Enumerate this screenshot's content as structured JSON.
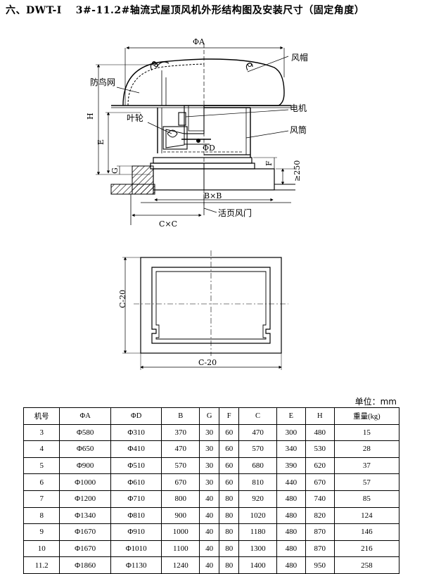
{
  "title": "六、DWT-Ⅰ　 3#-11.2#轴流式屋顶风机外形结构图及安装尺寸（固定角度）",
  "drawing": {
    "labels": {
      "fengmao": "风帽",
      "fangniaowang": "防鸟网",
      "dianji": "电机",
      "yelun": "叶轮",
      "fengtong": "风筒",
      "huoyefengmen": "活页风门"
    },
    "dims": {
      "phiA": "ΦA",
      "H": "H",
      "E": "E",
      "phiD": "ΦD",
      "F": "F",
      "G": "G",
      "ge250": "≥250",
      "BxB": "B×B",
      "CxC": "C×C",
      "c20_v": "C-20",
      "c20_h": "C-20"
    }
  },
  "table": {
    "unit": "单位：mm",
    "headers": [
      "机号",
      "ΦA",
      "ΦD",
      "B",
      "G",
      "F",
      "C",
      "E",
      "H",
      "重量(kg)"
    ],
    "rows": [
      [
        "3",
        "Φ580",
        "Φ310",
        "370",
        "30",
        "60",
        "470",
        "300",
        "480",
        "15"
      ],
      [
        "4",
        "Φ650",
        "Φ410",
        "470",
        "30",
        "60",
        "570",
        "340",
        "530",
        "28"
      ],
      [
        "5",
        "Φ900",
        "Φ510",
        "570",
        "30",
        "60",
        "680",
        "390",
        "620",
        "37"
      ],
      [
        "6",
        "Φ1000",
        "Φ610",
        "670",
        "30",
        "60",
        "810",
        "440",
        "670",
        "57"
      ],
      [
        "7",
        "Φ1200",
        "Φ710",
        "800",
        "40",
        "80",
        "920",
        "480",
        "740",
        "85"
      ],
      [
        "8",
        "Φ1340",
        "Φ810",
        "900",
        "40",
        "80",
        "1020",
        "480",
        "820",
        "124"
      ],
      [
        "9",
        "Φ1670",
        "Φ910",
        "1000",
        "40",
        "80",
        "1180",
        "480",
        "870",
        "146"
      ],
      [
        "10",
        "Φ1670",
        "Φ1010",
        "1100",
        "40",
        "80",
        "1300",
        "480",
        "870",
        "216"
      ],
      [
        "11.2",
        "Φ1860",
        "Φ1130",
        "1240",
        "40",
        "80",
        "1400",
        "480",
        "950",
        "258"
      ]
    ]
  }
}
